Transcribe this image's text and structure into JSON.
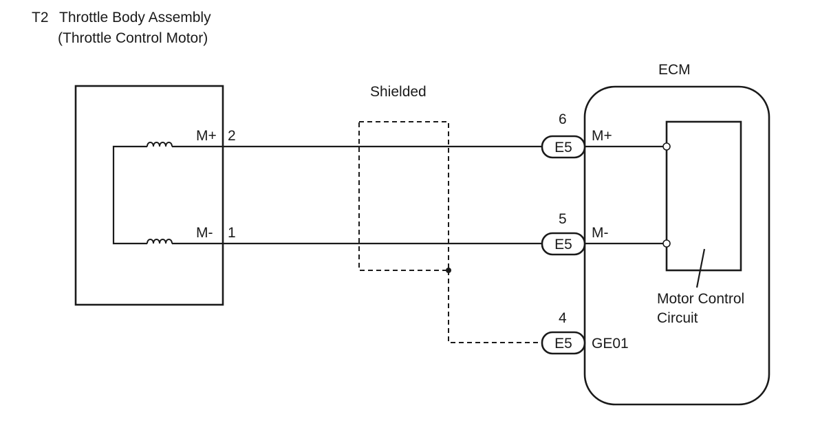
{
  "component": {
    "code": "T2",
    "name": "Throttle Body Assembly",
    "subname": "(Throttle Control Motor)"
  },
  "shield_label": "Shielded",
  "ecm": {
    "title": "ECM",
    "circuit_label_line1": "Motor Control",
    "circuit_label_line2": "Circuit"
  },
  "throttle_pins": [
    {
      "terminal": "M+",
      "pin": "2"
    },
    {
      "terminal": "M-",
      "pin": "1"
    }
  ],
  "ecm_pins": [
    {
      "pin": "6",
      "connector": "E5",
      "terminal": "M+"
    },
    {
      "pin": "5",
      "connector": "E5",
      "terminal": "M-"
    },
    {
      "pin": "4",
      "connector": "E5",
      "terminal": "GE01"
    }
  ]
}
